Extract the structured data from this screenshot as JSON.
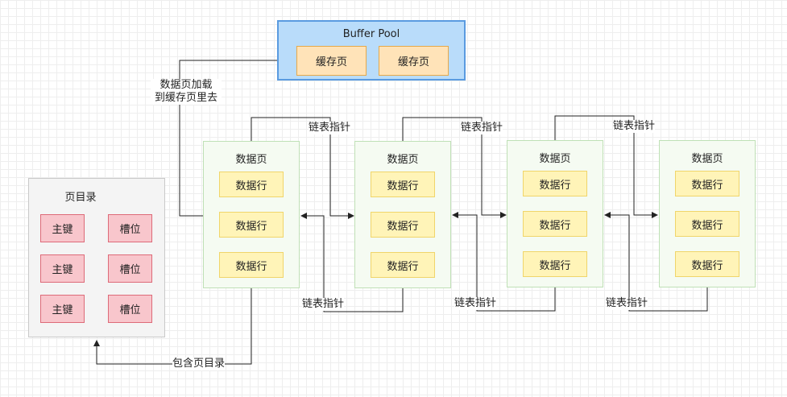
{
  "buffer_pool": {
    "title": "Buffer Pool",
    "cache_pages": [
      "缓存页",
      "缓存页"
    ]
  },
  "page_directory": {
    "title": "页目录",
    "entries": [
      {
        "key": "主键",
        "slot": "槽位"
      },
      {
        "key": "主键",
        "slot": "槽位"
      },
      {
        "key": "主键",
        "slot": "槽位"
      }
    ]
  },
  "data_pages": [
    {
      "title": "数据页",
      "rows": [
        "数据行",
        "数据行",
        "数据行"
      ]
    },
    {
      "title": "数据页",
      "rows": [
        "数据行",
        "数据行",
        "数据行"
      ]
    },
    {
      "title": "数据页",
      "rows": [
        "数据行",
        "数据行",
        "数据行"
      ]
    },
    {
      "title": "数据页",
      "rows": [
        "数据行",
        "数据行",
        "数据行"
      ]
    }
  ],
  "labels": {
    "load_line1": "数据页加载",
    "load_line2": "到缓存页里去",
    "contains_dir": "包含页目录",
    "next_ptr": [
      "链表指针",
      "链表指针",
      "链表指针"
    ],
    "prev_ptr": [
      "链表指针",
      "链表指针",
      "链表指针"
    ]
  }
}
